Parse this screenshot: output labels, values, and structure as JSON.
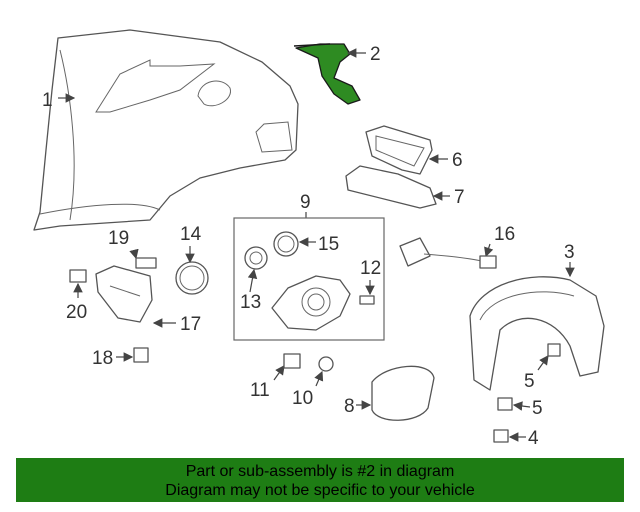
{
  "callouts": {
    "c1": "1",
    "c2": "2",
    "c3": "3",
    "c4": "4",
    "c5a": "5",
    "c5b": "5",
    "c6": "6",
    "c7": "7",
    "c8": "8",
    "c9": "9",
    "c10": "10",
    "c11": "11",
    "c12": "12",
    "c13": "13",
    "c14": "14",
    "c15": "15",
    "c16": "16",
    "c17": "17",
    "c18": "18",
    "c19": "19",
    "c20": "20"
  },
  "banner": {
    "line1": "Part or sub-assembly is #2 in diagram",
    "line2": "Diagram may not be specific to your vehicle",
    "background": "#1e7d14"
  },
  "highlight_color": "#2e8b22"
}
